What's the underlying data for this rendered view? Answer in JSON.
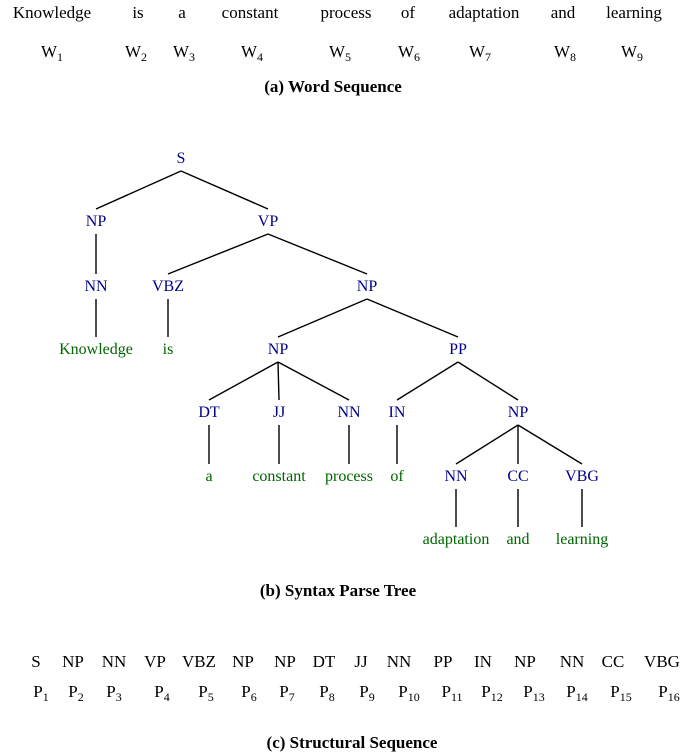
{
  "colors": {
    "text": "#000000",
    "node_label": "#00008b",
    "leaf_word": "#006400",
    "edge": "#000000"
  },
  "word_sequence": {
    "words": [
      "Knowledge",
      "is",
      "a",
      "constant",
      "process",
      "of",
      "adaptation",
      "and",
      "learning"
    ],
    "tokens": [
      {
        "base": "W",
        "sub": "1"
      },
      {
        "base": "W",
        "sub": "2"
      },
      {
        "base": "W",
        "sub": "3"
      },
      {
        "base": "W",
        "sub": "4"
      },
      {
        "base": "W",
        "sub": "5"
      },
      {
        "base": "W",
        "sub": "6"
      },
      {
        "base": "W",
        "sub": "7"
      },
      {
        "base": "W",
        "sub": "8"
      },
      {
        "base": "W",
        "sub": "9"
      }
    ],
    "caption": "(a) Word Sequence"
  },
  "parse_tree": {
    "nodes": [
      {
        "id": "S",
        "label": "S",
        "kind": "tag"
      },
      {
        "id": "NP1",
        "label": "NP",
        "kind": "tag"
      },
      {
        "id": "VP",
        "label": "VP",
        "kind": "tag"
      },
      {
        "id": "NN1",
        "label": "NN",
        "kind": "tag"
      },
      {
        "id": "VBZ",
        "label": "VBZ",
        "kind": "tag"
      },
      {
        "id": "NP2",
        "label": "NP",
        "kind": "tag"
      },
      {
        "id": "w_knowledge",
        "label": "Knowledge",
        "kind": "word"
      },
      {
        "id": "w_is",
        "label": "is",
        "kind": "word"
      },
      {
        "id": "NP3",
        "label": "NP",
        "kind": "tag"
      },
      {
        "id": "PP",
        "label": "PP",
        "kind": "tag"
      },
      {
        "id": "DT",
        "label": "DT",
        "kind": "tag"
      },
      {
        "id": "JJ",
        "label": "JJ",
        "kind": "tag"
      },
      {
        "id": "NN2",
        "label": "NN",
        "kind": "tag"
      },
      {
        "id": "IN",
        "label": "IN",
        "kind": "tag"
      },
      {
        "id": "NP4",
        "label": "NP",
        "kind": "tag"
      },
      {
        "id": "w_a",
        "label": "a",
        "kind": "word"
      },
      {
        "id": "w_constant",
        "label": "constant",
        "kind": "word"
      },
      {
        "id": "w_process",
        "label": "process",
        "kind": "word"
      },
      {
        "id": "w_of",
        "label": "of",
        "kind": "word"
      },
      {
        "id": "NN3",
        "label": "NN",
        "kind": "tag"
      },
      {
        "id": "CC",
        "label": "CC",
        "kind": "tag"
      },
      {
        "id": "VBG",
        "label": "VBG",
        "kind": "tag"
      },
      {
        "id": "w_adaptation",
        "label": "adaptation",
        "kind": "word"
      },
      {
        "id": "w_and",
        "label": "and",
        "kind": "word"
      },
      {
        "id": "w_learning",
        "label": "learning",
        "kind": "word"
      }
    ],
    "edges": [
      [
        "S",
        "NP1"
      ],
      [
        "S",
        "VP"
      ],
      [
        "NP1",
        "NN1"
      ],
      [
        "NN1",
        "w_knowledge"
      ],
      [
        "VP",
        "VBZ"
      ],
      [
        "VP",
        "NP2"
      ],
      [
        "VBZ",
        "w_is"
      ],
      [
        "NP2",
        "NP3"
      ],
      [
        "NP2",
        "PP"
      ],
      [
        "NP3",
        "DT"
      ],
      [
        "NP3",
        "JJ"
      ],
      [
        "NP3",
        "NN2"
      ],
      [
        "DT",
        "w_a"
      ],
      [
        "JJ",
        "w_constant"
      ],
      [
        "NN2",
        "w_process"
      ],
      [
        "PP",
        "IN"
      ],
      [
        "PP",
        "NP4"
      ],
      [
        "IN",
        "w_of"
      ],
      [
        "NP4",
        "NN3"
      ],
      [
        "NP4",
        "CC"
      ],
      [
        "NP4",
        "VBG"
      ],
      [
        "NN3",
        "w_adaptation"
      ],
      [
        "CC",
        "w_and"
      ],
      [
        "VBG",
        "w_learning"
      ]
    ],
    "caption": "(b) Syntax Parse Tree"
  },
  "structural_sequence": {
    "tags": [
      "S",
      "NP",
      "NN",
      "VP",
      "VBZ",
      "NP",
      "NP",
      "DT",
      "JJ",
      "NN",
      "PP",
      "IN",
      "NP",
      "NN",
      "CC",
      "VBG"
    ],
    "tokens": [
      {
        "base": "P",
        "sub": "1"
      },
      {
        "base": "P",
        "sub": "2"
      },
      {
        "base": "P",
        "sub": "3"
      },
      {
        "base": "P",
        "sub": "4"
      },
      {
        "base": "P",
        "sub": "5"
      },
      {
        "base": "P",
        "sub": "6"
      },
      {
        "base": "P",
        "sub": "7"
      },
      {
        "base": "P",
        "sub": "8"
      },
      {
        "base": "P",
        "sub": "9"
      },
      {
        "base": "P",
        "sub": "10"
      },
      {
        "base": "P",
        "sub": "11"
      },
      {
        "base": "P",
        "sub": "12"
      },
      {
        "base": "P",
        "sub": "13"
      },
      {
        "base": "P",
        "sub": "14"
      },
      {
        "base": "P",
        "sub": "15"
      },
      {
        "base": "P",
        "sub": "16"
      }
    ],
    "caption": "(c) Structural Sequence"
  }
}
